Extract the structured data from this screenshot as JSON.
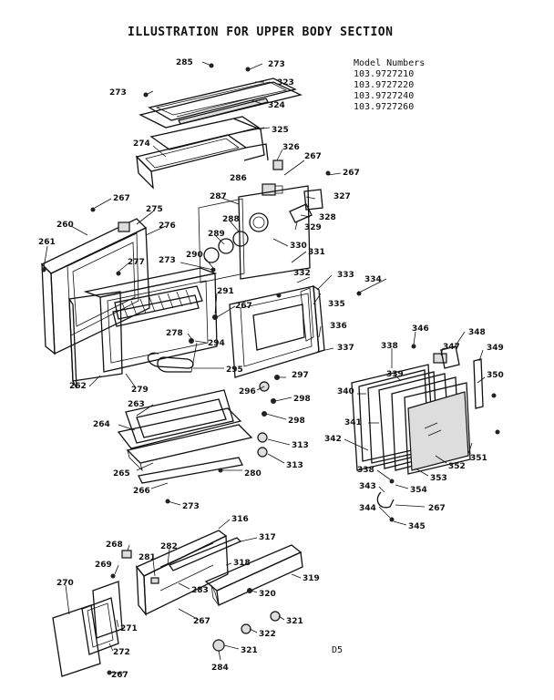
{
  "title": "ILLUSTRATION FOR UPPER BODY SECTION",
  "model_heading": "Model Numbers",
  "models": [
    "103.9727210",
    "103.9727220",
    "103.9727240",
    "103.9727260"
  ],
  "drawing_code": "D5",
  "callouts": {
    "c285": "285",
    "c273a": "273",
    "c323": "323",
    "c273b": "273",
    "c324": "324",
    "c325": "325",
    "c274": "274",
    "c326": "326",
    "c267a": "267",
    "c286": "286",
    "c267b": "267",
    "c287": "287",
    "c327": "327",
    "c267c": "267",
    "c275": "275",
    "c260": "260",
    "c276": "276",
    "c288": "288",
    "c328": "328",
    "c289": "289",
    "c329": "329",
    "c261": "261",
    "c290": "290",
    "c330": "330",
    "c277": "277",
    "c331": "331",
    "c273c": "273",
    "c332": "332",
    "c333": "333",
    "c334": "334",
    "c291": "291",
    "c335": "335",
    "c267d": "267",
    "c346": "346",
    "c348": "348",
    "c336": "336",
    "c278": "278",
    "c294": "294",
    "c347": "347",
    "c349": "349",
    "c338a": "338",
    "c337": "337",
    "c295": "295",
    "c262": "262",
    "c279": "279",
    "c297": "297",
    "c339": "339",
    "c350": "350",
    "c296": "296",
    "c298a": "298",
    "c340": "340",
    "c263": "263",
    "c298b": "298",
    "c341": "341",
    "c264": "264",
    "c313a": "313",
    "c342": "342",
    "c351": "351",
    "c352": "352",
    "c313b": "313",
    "c265": "265",
    "c280": "280",
    "c338b": "338",
    "c353": "353",
    "c266": "266",
    "c343": "343",
    "c354": "354",
    "c273d": "273",
    "c344": "344",
    "c267e": "267",
    "c345": "345",
    "c316": "316",
    "c317": "317",
    "c268": "268",
    "c282": "282",
    "c281": "281",
    "c318": "318",
    "c269": "269",
    "c319": "319",
    "c283": "283",
    "c270": "270",
    "c320": "320",
    "c267f": "267",
    "c321a": "321",
    "c271": "271",
    "c322": "322",
    "c272": "272",
    "c321b": "321",
    "c284": "284",
    "c267g": "267"
  }
}
